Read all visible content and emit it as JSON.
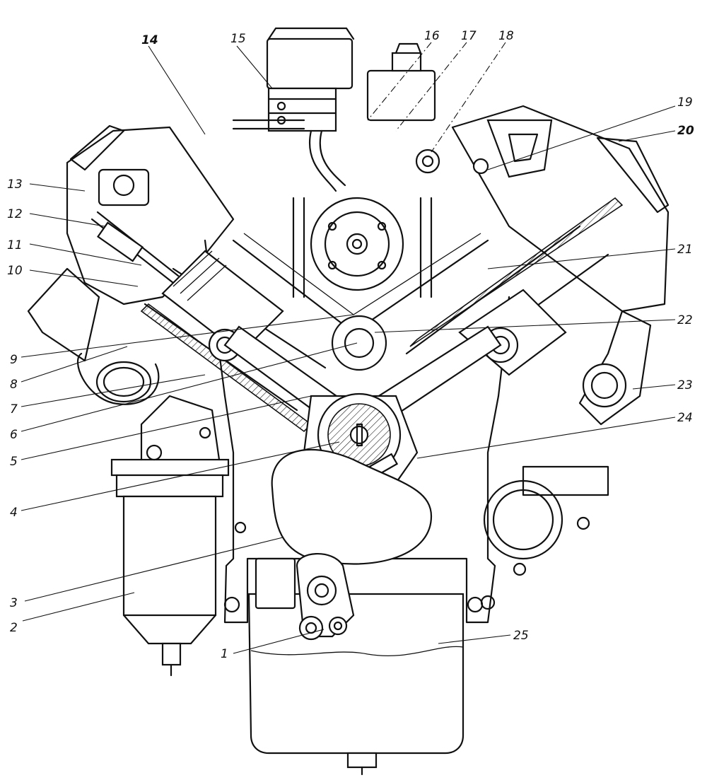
{
  "diagram": {
    "type": "engine-cross-section",
    "background": "#ffffff",
    "ink": "#111111",
    "callouts": [
      {
        "id": "1",
        "label": "1"
      },
      {
        "id": "2",
        "label": "2"
      },
      {
        "id": "3",
        "label": "3"
      },
      {
        "id": "4",
        "label": "4"
      },
      {
        "id": "5",
        "label": "5"
      },
      {
        "id": "6",
        "label": "6"
      },
      {
        "id": "7",
        "label": "7"
      },
      {
        "id": "8",
        "label": "8"
      },
      {
        "id": "9",
        "label": "9"
      },
      {
        "id": "10",
        "label": "10"
      },
      {
        "id": "11",
        "label": "11"
      },
      {
        "id": "12",
        "label": "12"
      },
      {
        "id": "13",
        "label": "13"
      },
      {
        "id": "14",
        "label": "14"
      },
      {
        "id": "15",
        "label": "15"
      },
      {
        "id": "16",
        "label": "16"
      },
      {
        "id": "17",
        "label": "17"
      },
      {
        "id": "18",
        "label": "18"
      },
      {
        "id": "19",
        "label": "19"
      },
      {
        "id": "20",
        "label": "20"
      },
      {
        "id": "21",
        "label": "21"
      },
      {
        "id": "22",
        "label": "22"
      },
      {
        "id": "23",
        "label": "23"
      },
      {
        "id": "24",
        "label": "24"
      },
      {
        "id": "25",
        "label": "25"
      }
    ]
  }
}
